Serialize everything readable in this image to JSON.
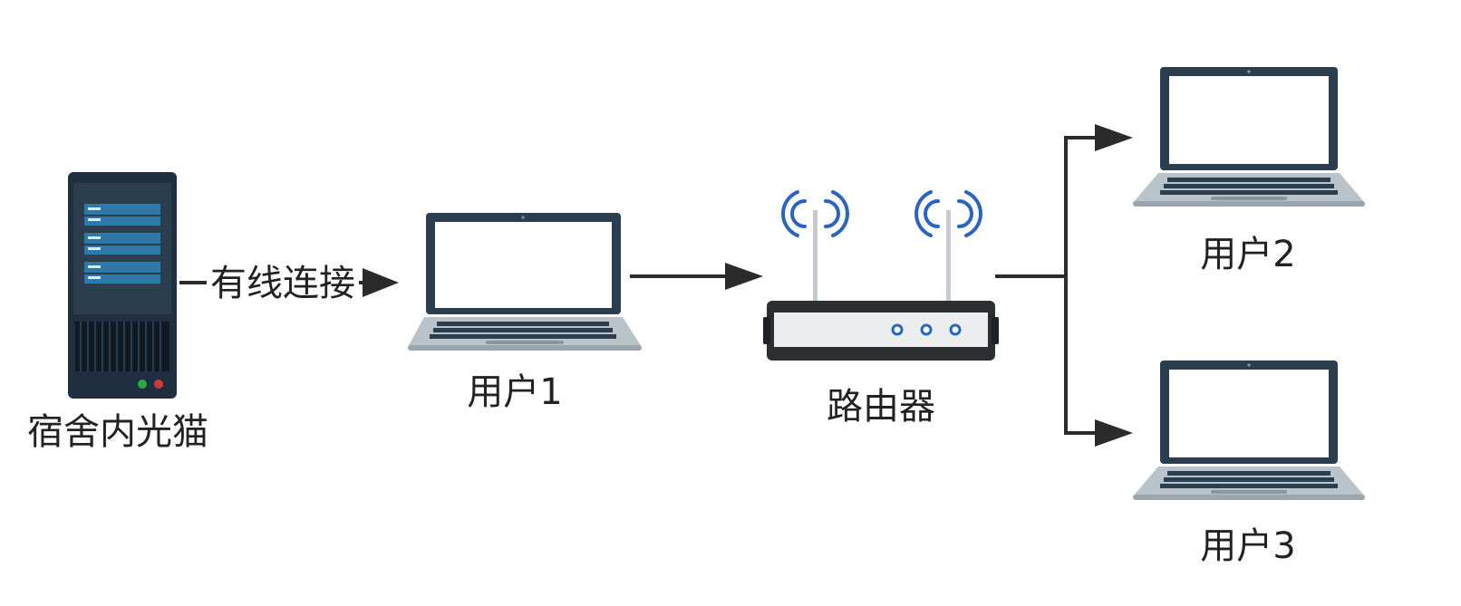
{
  "nodes": {
    "modem": {
      "label": "宿舍内光猫",
      "icon": "server-icon"
    },
    "user1": {
      "label": "用户1",
      "icon": "laptop-icon"
    },
    "router": {
      "label": "路由器",
      "icon": "router-icon"
    },
    "user2": {
      "label": "用户2",
      "icon": "laptop-icon"
    },
    "user3": {
      "label": "用户3",
      "icon": "laptop-icon"
    }
  },
  "edges": {
    "modem_to_user1": {
      "label": "有线连接"
    }
  },
  "colors": {
    "frame": "#2b3e50",
    "screen": "#ffffff",
    "keyboard": "#b9c3c9",
    "key": "#2b3e50",
    "server_panel": "#2f79a8",
    "antenna": "#c5cbd0",
    "wifi": "#2a64c0",
    "led_green": "#2aa84a",
    "led_red": "#d23a3a",
    "arrow": "#2b2b2b"
  }
}
